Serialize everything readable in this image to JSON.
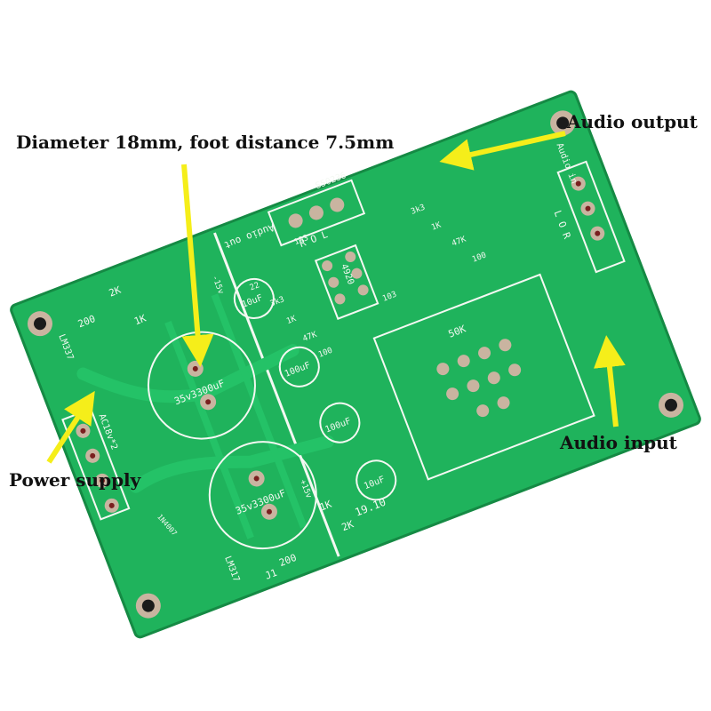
{
  "callouts": {
    "diameter": "Diameter 18mm, foot distance 7.5mm",
    "audio_output": "Audio output",
    "audio_input": "Audio input",
    "power_supply": "Power supply"
  },
  "silkscreen": {
    "s50236": "S50236",
    "audio_out": "Audio out",
    "audio_in": "Audio in",
    "ac_input": "AC18v*2",
    "lm337": "LM337",
    "lm317": "LM317",
    "r_2k_top": "2K",
    "r_2k_bottom": "2K",
    "r_200_top": "200",
    "r_200_bottom": "200",
    "r_1k_top": "1K",
    "r_1k_bottom": "1K",
    "cap_big_1": "35v3300uF",
    "cap_big_2": "35v3300uF",
    "cap_10uf_1": "10uF",
    "cap_10uf_2": "10uF",
    "cap_100uf_1": "100uF",
    "cap_100uf_2": "100uF",
    "v_minus": "-15v",
    "v_plus": "+15v",
    "chip": "4920",
    "r_22": "22",
    "r_3k3_left": "3k3",
    "r_1k_mid": "1K",
    "r_47k_left": "47K",
    "r_100_left": "100",
    "r_3k3_right": "3k3",
    "r_1k_right": "1K",
    "r_47k_right": "47K",
    "r_100_right": "100",
    "cap_103_a": "103",
    "cap_103_b": "103",
    "pot": "50K",
    "version": "19.10",
    "j1": "J1",
    "rol_out": "R O L",
    "lor_in": "L O R",
    "diode_marks": "1N4007"
  },
  "colors": {
    "board": "#1fb35c",
    "board_edge": "#158a44",
    "trace": "#24c267",
    "silk": "#f4f8f2",
    "pad": "#c9b4a0",
    "pad_hole": "#7a1f1f",
    "mount_hole": "#1b1b1b",
    "arrow": "#f5ee1a"
  }
}
